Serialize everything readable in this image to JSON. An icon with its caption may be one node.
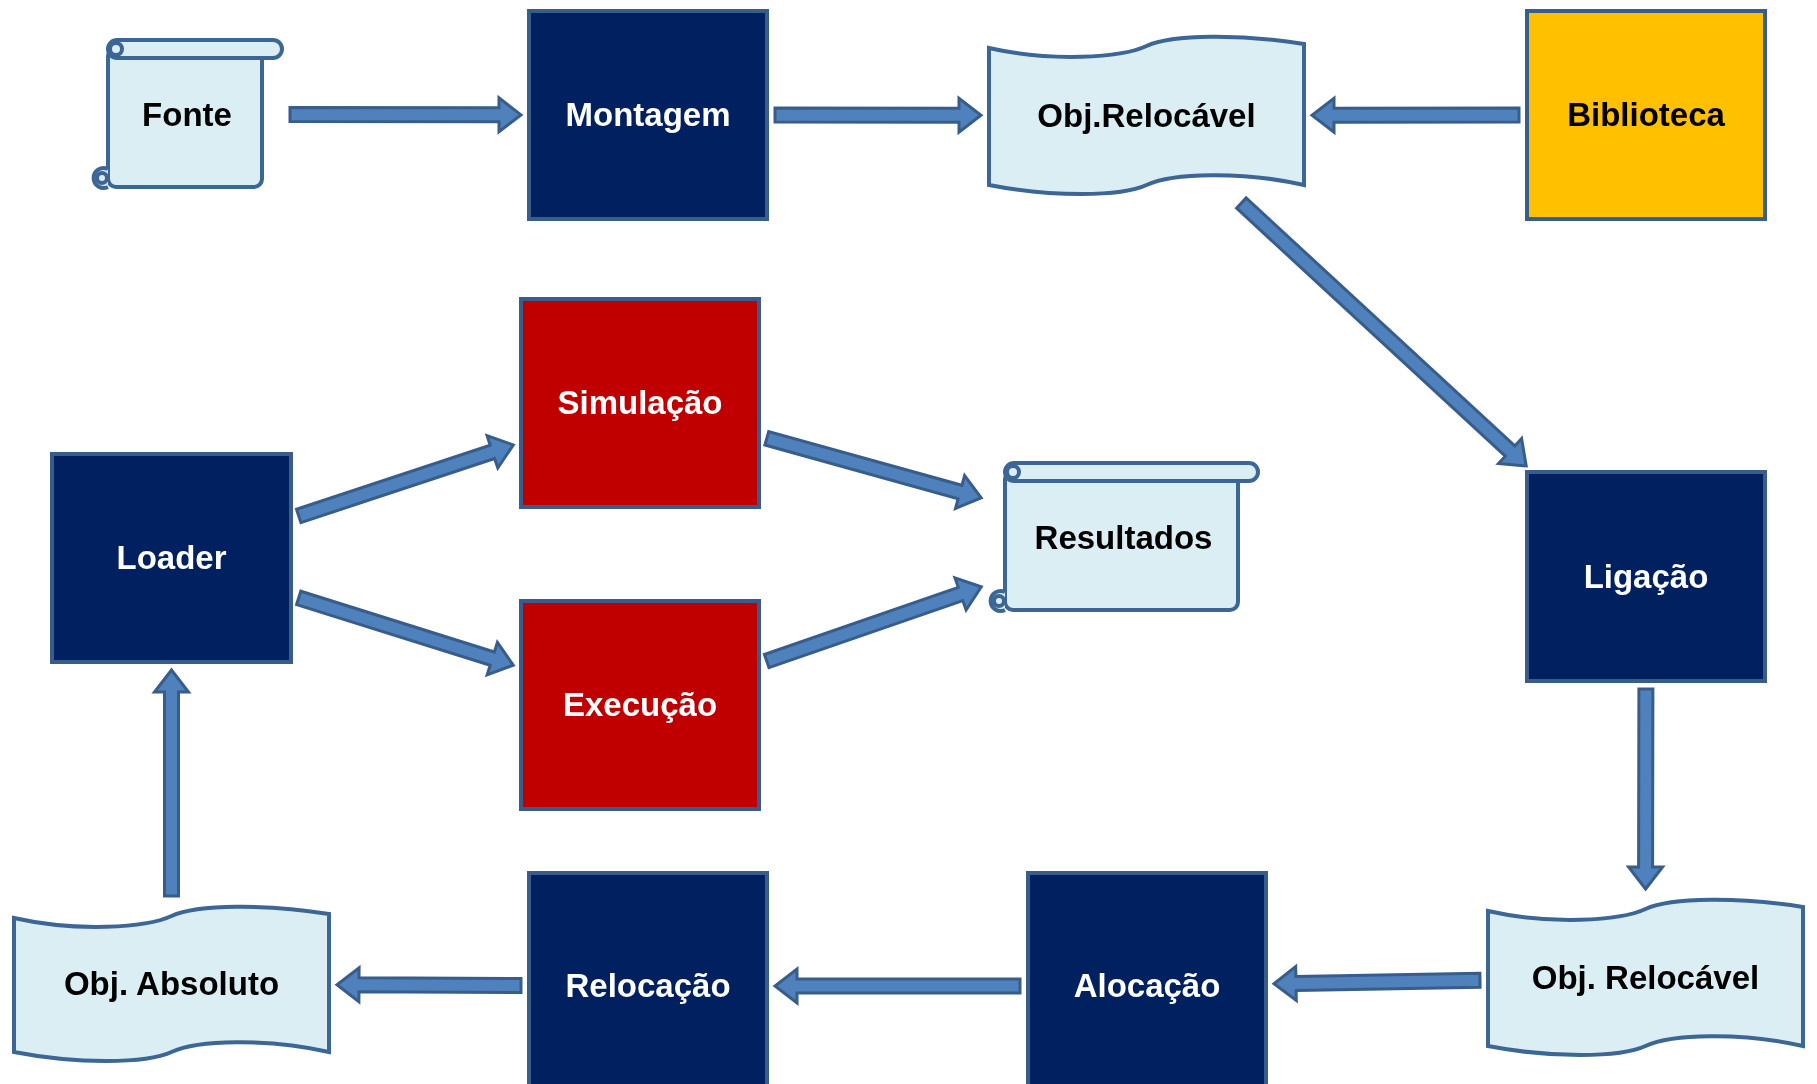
{
  "diagram": {
    "nodes": [
      {
        "text": [
          "Fonte"
        ]
      },
      {
        "text": [
          "Montagem"
        ]
      },
      {
        "text": [
          "Obj.Relocável"
        ]
      },
      {
        "text": [
          "Biblioteca"
        ]
      },
      {
        "text": [
          "Simulação"
        ]
      },
      {
        "text": [
          "Loader"
        ]
      },
      {
        "text": [
          "Resultados"
        ]
      },
      {
        "text": [
          "Ligação"
        ]
      },
      {
        "text": [
          "Execução"
        ]
      },
      {
        "text": [
          "Obj. Absoluto"
        ]
      },
      {
        "text": [
          "Relocação"
        ]
      },
      {
        "text": [
          "Alocação"
        ]
      },
      {
        "text": [
          "Obj. Relocável"
        ]
      }
    ],
    "edges": [
      {
        "from": 0,
        "to": 1,
        "arrow": "to"
      },
      {
        "from": 1,
        "to": 2,
        "arrow": "to"
      },
      {
        "from": 3,
        "to": 2,
        "arrow": "to"
      },
      {
        "from": 2,
        "to": 7,
        "arrow": "to"
      },
      {
        "from": 7,
        "to": 12,
        "arrow": "to"
      },
      {
        "from": 12,
        "to": 11,
        "arrow": "to"
      },
      {
        "from": 11,
        "to": 10,
        "arrow": "to"
      },
      {
        "from": 10,
        "to": 9,
        "arrow": "to"
      },
      {
        "from": 9,
        "to": 5,
        "arrow": "to"
      },
      {
        "from": 5,
        "to": 4,
        "arrow": "to"
      },
      {
        "from": 5,
        "to": 8,
        "arrow": "to"
      },
      {
        "from": 4,
        "to": 6,
        "arrow": "to"
      },
      {
        "from": 8,
        "to": 6,
        "arrow": "to"
      }
    ]
  }
}
